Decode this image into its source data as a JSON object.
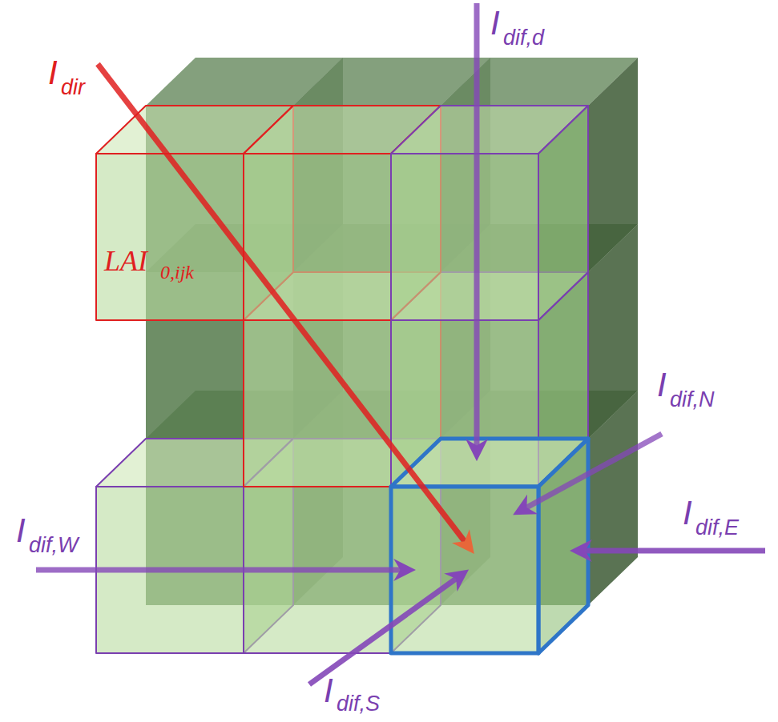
{
  "diagram": {
    "labels": [
      "I",
      "dir",
      "LAI",
      "0,ijk",
      "I",
      "dif,d",
      "I",
      "dif,N",
      "I",
      "dif,W",
      "I",
      "dif,E",
      "I",
      "dif,S"
    ]
  }
}
